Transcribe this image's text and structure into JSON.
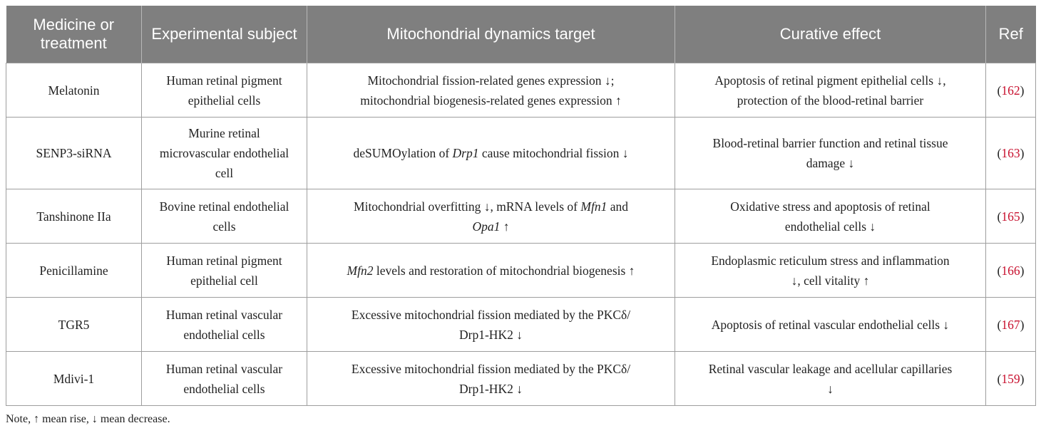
{
  "headers": [
    "Medicine or treatment",
    "Experimental subject",
    "Mitochondrial dynamics target",
    "Curative effect",
    "Ref"
  ],
  "rows": [
    {
      "medicine": "Melatonin",
      "subject": "Human retinal pigment epithelial cells",
      "target_html": "Mitochondrial fission-related genes expression ↓;<br>mitochondrial biogenesis-related genes expression ↑",
      "effect_html": "Apoptosis of retinal pigment epithelial cells ↓,<br>protection of the blood-retinal barrier",
      "ref": "162"
    },
    {
      "medicine": "SENP3-siRNA",
      "subject": "Murine retinal microvascular endothelial cell",
      "target_html": "deSUMOylation of <i>Drp1</i> cause mitochondrial fission ↓",
      "effect_html": "Blood-retinal barrier function and retinal tissue<br>damage ↓",
      "ref": "163"
    },
    {
      "medicine": "Tanshinone IIa",
      "subject": "Bovine retinal endothelial cells",
      "target_html": "Mitochondrial overfitting ↓, mRNA levels of <i>Mfn1</i> and<br><i>Opa1</i> ↑",
      "effect_html": "Oxidative stress and apoptosis of retinal<br>endothelial cells ↓",
      "ref": "165"
    },
    {
      "medicine": "Penicillamine",
      "subject": "Human retinal pigment epithelial cell",
      "target_html": "<i>Mfn2</i> levels and restoration of mitochondrial biogenesis ↑",
      "effect_html": "Endoplasmic reticulum stress and inflammation<br>↓, cell vitality ↑",
      "ref": "166"
    },
    {
      "medicine": "TGR5",
      "subject": "Human retinal vascular endothelial cells",
      "target_html": "Excessive mitochondrial fission mediated by the PKCδ/<br>Drp1-HK2 ↓",
      "effect_html": "Apoptosis of retinal vascular endothelial cells ↓",
      "ref": "167"
    },
    {
      "medicine": "Mdivi-1",
      "subject": "Human retinal vascular endothelial cells",
      "target_html": "Excessive mitochondrial fission mediated by the PKCδ/<br>Drp1-HK2 ↓",
      "effect_html": "Retinal vascular leakage and acellular capillaries<br>↓",
      "ref": "159"
    }
  ],
  "note": "Note, ↑ mean rise, ↓ mean decrease.",
  "colors": {
    "header_bg": "#7f7f7f",
    "header_text": "#ffffff",
    "ref_link": "#c8102e",
    "border": "#9e9e9e"
  }
}
